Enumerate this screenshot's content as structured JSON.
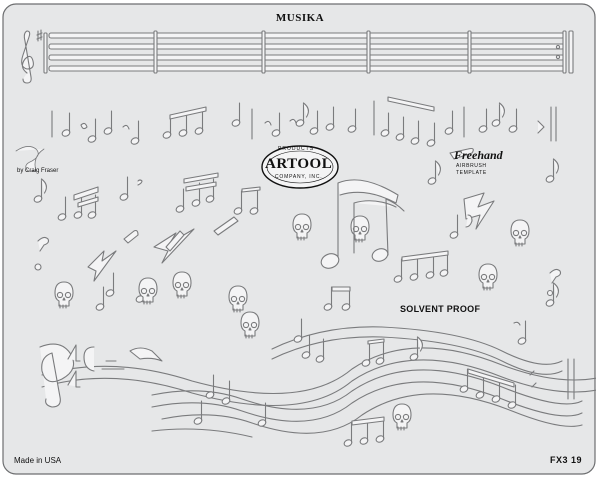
{
  "template": {
    "title": "MUSIKA",
    "made_in": "Made in USA",
    "product_code": "FX3 19",
    "solvent_note": "SOLVENT PROOF",
    "signature_caption": "by Craig Fraser",
    "brand": {
      "name": "ARTOOL",
      "arc_top": "PRODUCTS",
      "arc_bottom": "COMPANY, INC."
    },
    "series": {
      "name": "Freehand",
      "line1": "AIRBRUSH",
      "line2": "TEMPLATE"
    }
  },
  "colors": {
    "plate": "#e6e7e8",
    "plate_border": "#6d6e70",
    "cutout_stroke": "#7a7b7d",
    "cutout_fill": "#f4f4f5",
    "ink": "#111111"
  },
  "icons": [
    "treble-clef-icon",
    "quarter-note-icon",
    "beamed-notes-icon",
    "skull-icon",
    "flat-sign-icon",
    "rest-icon"
  ]
}
